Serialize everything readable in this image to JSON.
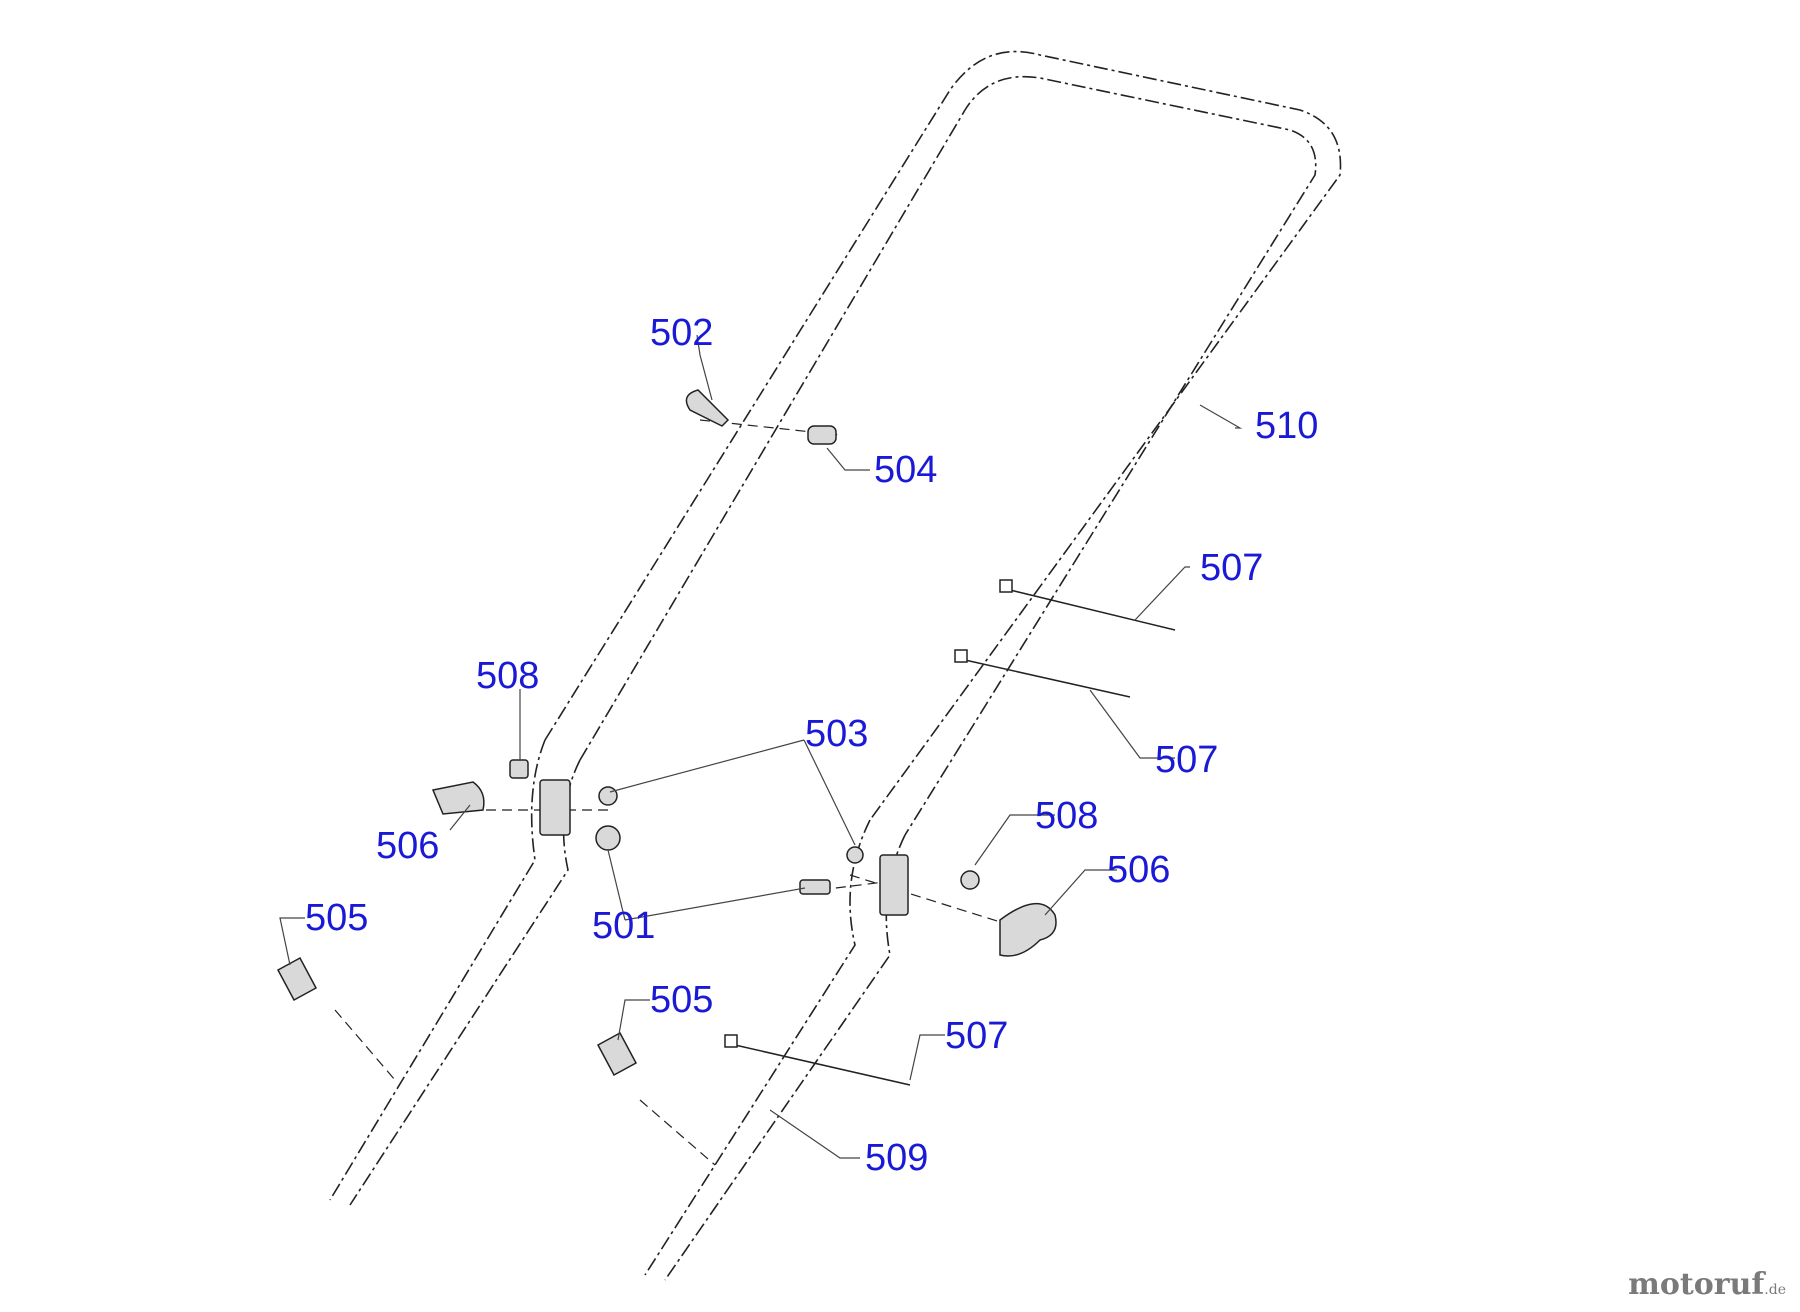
{
  "diagram": {
    "parts": [
      {
        "id": "501",
        "label": "501"
      },
      {
        "id": "502",
        "label": "502"
      },
      {
        "id": "503",
        "label": "503"
      },
      {
        "id": "504",
        "label": "504"
      },
      {
        "id": "505",
        "label": "505"
      },
      {
        "id": "506",
        "label": "506"
      },
      {
        "id": "507",
        "label": "507"
      },
      {
        "id": "508",
        "label": "508"
      },
      {
        "id": "509",
        "label": "509"
      },
      {
        "id": "510",
        "label": "510"
      }
    ],
    "watermark": {
      "brand": "motoruf",
      "tld": ".de"
    }
  }
}
